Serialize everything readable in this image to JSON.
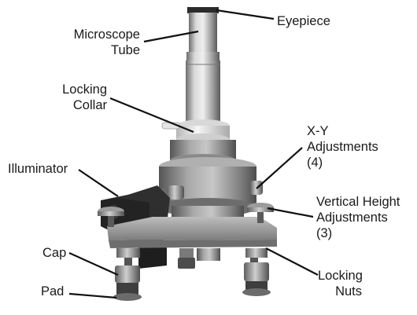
{
  "labels": {
    "eyepiece": "Eyepiece",
    "microscope_tube": [
      "Microscope",
      "Tube"
    ],
    "locking_collar": [
      "Locking",
      "Collar"
    ],
    "illuminator": "Illuminator",
    "xy_adjustments": [
      "X-Y",
      "Adjustments",
      "(4)"
    ],
    "vertical_height": [
      "Vertical Height",
      "Adjustments",
      "(3)"
    ],
    "cap": "Cap",
    "pad": "Pad",
    "locking_nuts": [
      "Locking",
      "Nuts"
    ]
  },
  "colors": {
    "metal_light": "#c9c9c9",
    "metal_mid": "#8e8e8e",
    "metal_dark": "#4a4a4a",
    "black_part": "#222222",
    "white_collar": "#ececec",
    "leader_line": "#111111",
    "text": "#1a1a1a"
  }
}
